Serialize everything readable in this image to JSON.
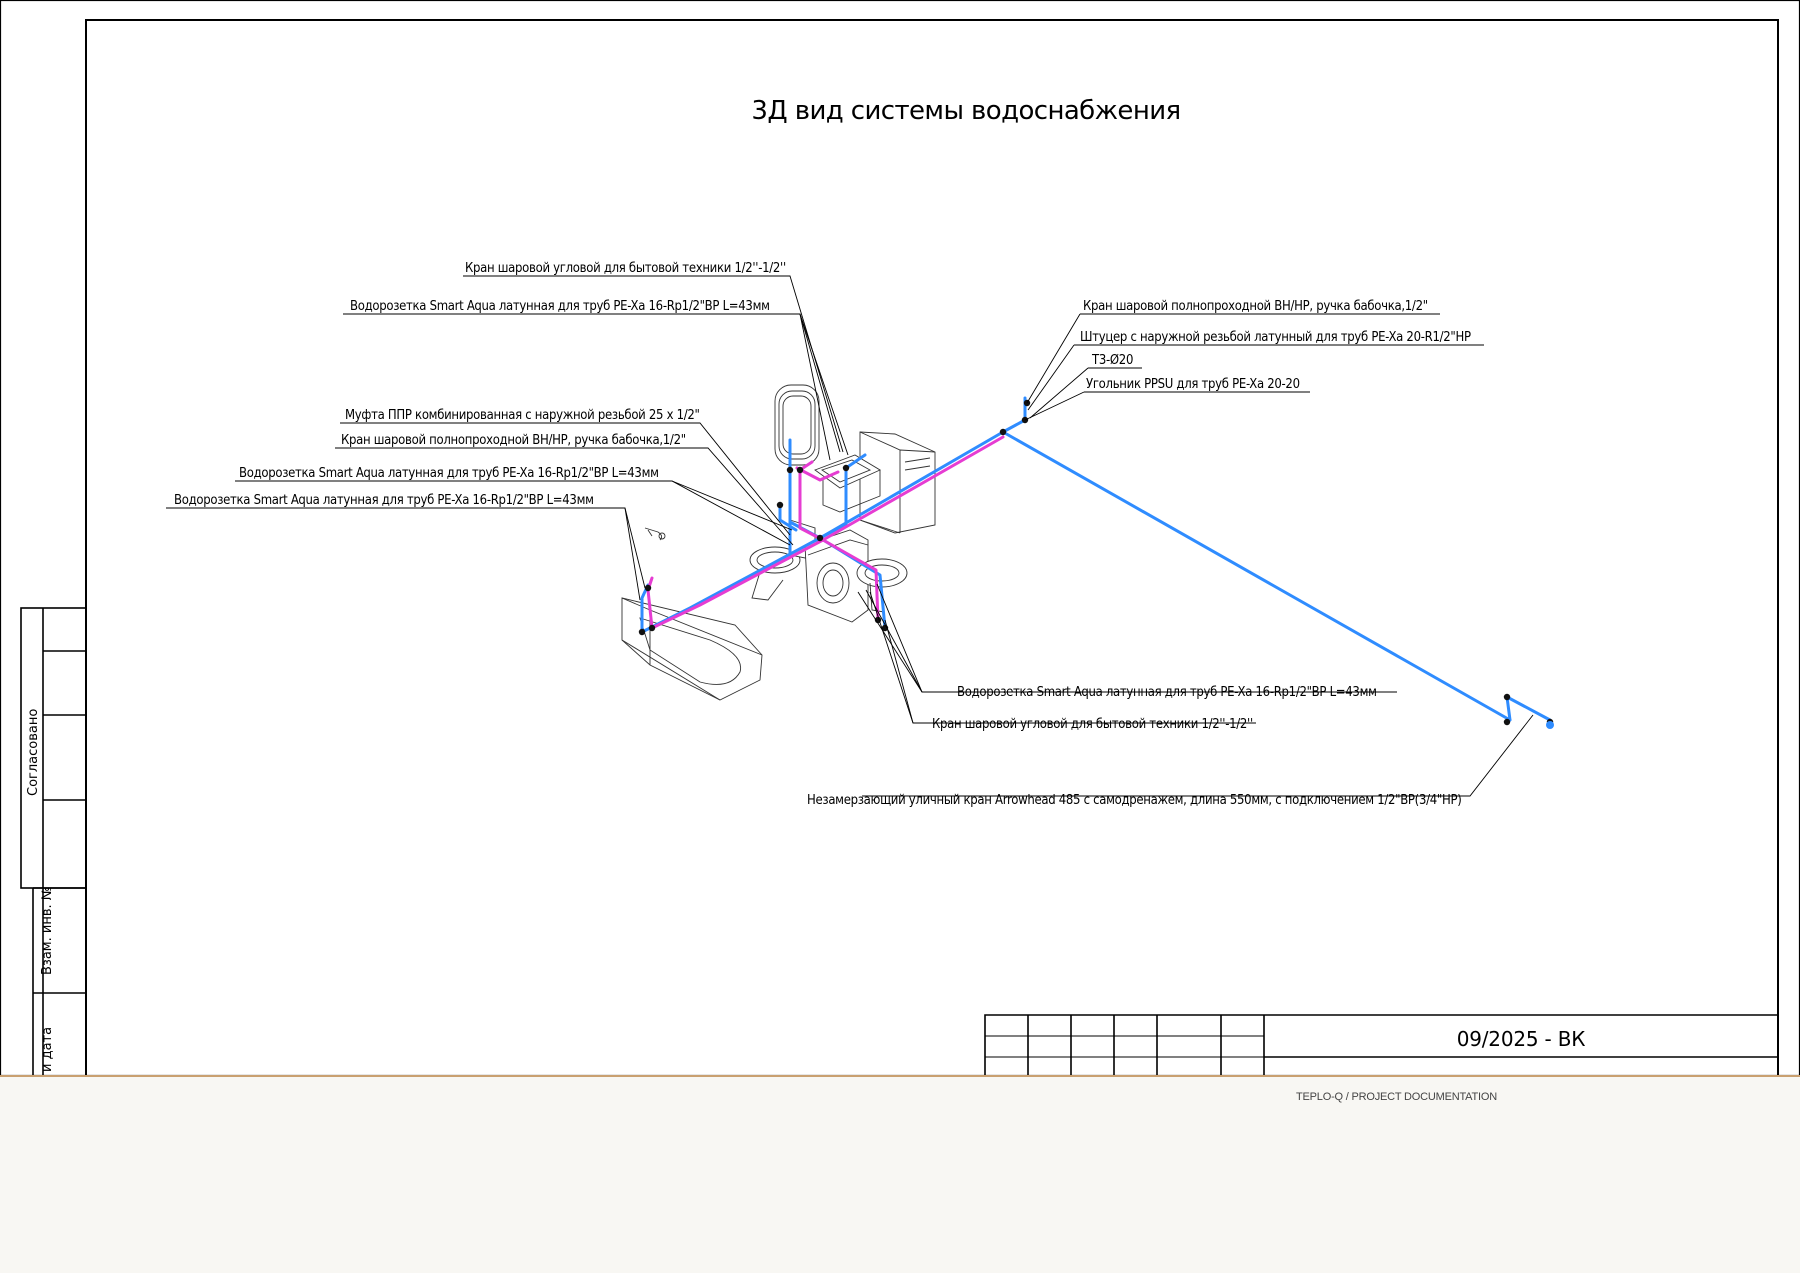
{
  "drawing": {
    "title": "3Д вид системы водоснабжения",
    "code": "09/2025 - ВК",
    "stamps": {
      "agreed": "Согласовано",
      "inventory": "Взам. инв. №",
      "date": "и дата"
    }
  },
  "callouts": {
    "angle_valve_top": "Кран шаровой угловой для бытовой техники 1/2''-1/2''",
    "outlet_top": "Водорозетка Smart Aqua латунная для труб PE-Xa 16-Rp1/2\"ВР L=43мм",
    "coupling": "Муфта ППР комбинированная с наружной резьбой 25 х 1/2\"",
    "ball_valve_left": "Кран шаровой полнопроходной  ВН/НР, ручка бабочка,1/2\"",
    "outlet_mid": "Водорозетка Smart Aqua латунная для труб PE-Xa 16-Rp1/2\"ВР L=43мм",
    "outlet_bath": "Водорозетка Smart Aqua латунная для труб PE-Xa 16-Rp1/2\"ВР L=43мм",
    "ball_valve_right": "Кран шаровой полнопроходной  ВН/НР, ручка бабочка,1/2\"",
    "fitting": "Штуцер с наружной резьбой латунный для труб PE-Xa 20-R1/2\"НР",
    "t3": "Т3-Ø20",
    "elbow": "Угольник PPSU для труб PE-Xa 20-20",
    "outlet_sink": "Водорозетка Smart Aqua латунная для труб PE-Xa 16-Rp1/2\"ВР L=43мм",
    "angle_valve_sink": "Кран шаровой угловой для бытовой техники 1/2''-1/2''",
    "outdoor_tap": "Незамерзающий уличный кран Arrowhead 485 с самодренажем, длина 550мм, с подключением 1/2\"ВР(3/4\"НР)"
  },
  "footer": {
    "text": "TEPLO-Q / PROJECT DOCUMENTATION"
  },
  "colors": {
    "cold_water": "#2f8cff",
    "hot_water": "#e63cd2",
    "accent_rule": "#c9a070"
  }
}
